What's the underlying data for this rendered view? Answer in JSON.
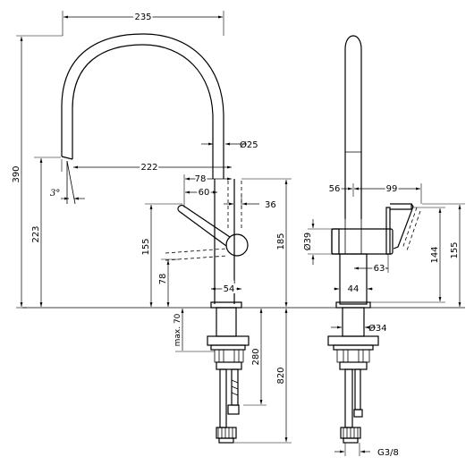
{
  "dimensions": {
    "overall_width": "235",
    "spout_reach": "222",
    "handle_78": "78",
    "handle_60": "60",
    "side_36": "36",
    "pipe_dia": "Ø25",
    "overall_height": "390",
    "spout_height": "223",
    "angle": "3°",
    "lever_height": "155",
    "base_height": "78",
    "body_height": "185",
    "body_width": "54",
    "max_70": "max. 70",
    "shank_280": "280",
    "hose_820": "820",
    "side_56": "56",
    "side_99": "99",
    "side_dia39": "Ø39",
    "side_63": "63",
    "side_44": "44",
    "side_144": "144",
    "side_155": "155",
    "side_dia34": "Ø34",
    "thread": "G3/8"
  }
}
